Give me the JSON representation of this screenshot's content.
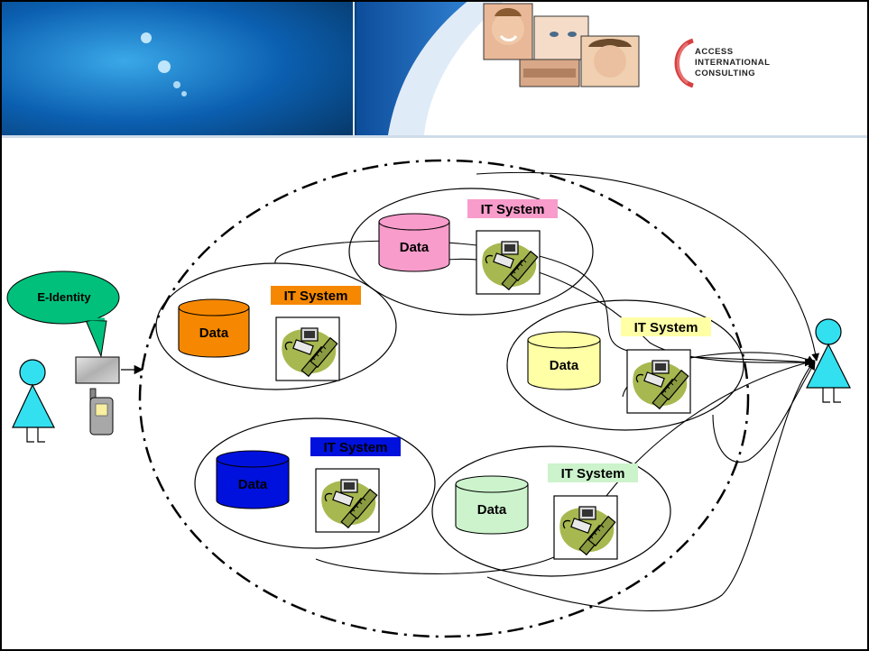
{
  "header": {
    "logo_lines": [
      "Access",
      "International",
      "Consulting"
    ]
  },
  "eid_label": "E-Identity",
  "systems": [
    {
      "id": "pink",
      "data_label": "Data",
      "it_label": "IT System",
      "db_color": "#f79ccb",
      "it_bg": "#f79ccb"
    },
    {
      "id": "orange",
      "data_label": "Data",
      "it_label": "IT System",
      "db_color": "#f58800",
      "it_bg": "#f58800"
    },
    {
      "id": "yellow",
      "data_label": "Data",
      "it_label": "IT System",
      "db_color": "#ffffa6",
      "it_bg": "#ffffa6"
    },
    {
      "id": "blue",
      "data_label": "Data",
      "it_label": "IT System",
      "db_color": "#0011dd",
      "it_bg": "#0011dd"
    },
    {
      "id": "green",
      "data_label": "Data",
      "it_label": "IT System",
      "db_color": "#ccf3cc",
      "it_bg": "#ccf3cc"
    }
  ],
  "colors": {
    "person": "#33e0f0",
    "bubble": "#00c07c",
    "header_blue": "#1a5fb4"
  }
}
